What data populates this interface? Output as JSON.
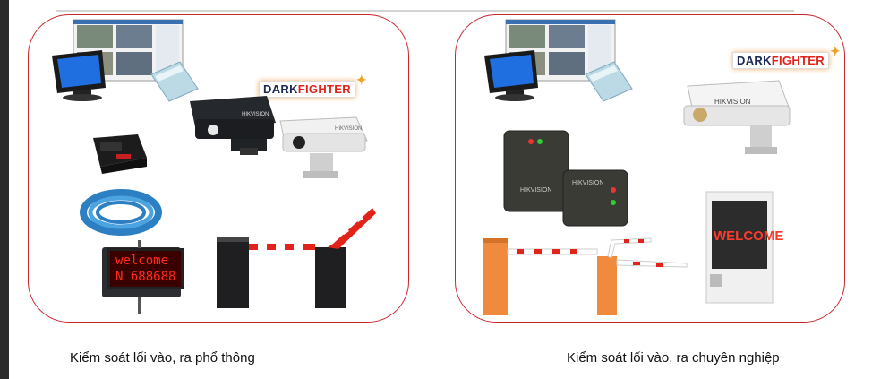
{
  "panels": {
    "left": {
      "caption": "Kiểm soát lối vào, ra phổ thông",
      "darkfighter": {
        "part1": "DARK",
        "part2": "FIGHTER"
      },
      "led_sign": {
        "line1": "welcome",
        "line2": "N 688688"
      },
      "brand": "HIKVISION"
    },
    "right": {
      "caption": "Kiểm soát lối vào, ra chuyên nghiệp",
      "darkfighter": {
        "part1": "DARK",
        "part2": "FIGHTER"
      },
      "kiosk_text": "WELCOME",
      "brand": "HIKVISION"
    }
  },
  "colors": {
    "panel_border": "#c9252c",
    "led_text": "#ff2a1a",
    "barrier_stripe": "#e2231a",
    "barrier_orange": "#f08a3c"
  },
  "icons": [
    "computer-monitor-icon",
    "rfid-card-icon",
    "bullet-camera-icon",
    "vehicle-detector-icon",
    "cable-coil-icon",
    "led-display-icon",
    "barrier-gate-icon",
    "rfid-reader-icon",
    "kiosk-display-icon"
  ]
}
